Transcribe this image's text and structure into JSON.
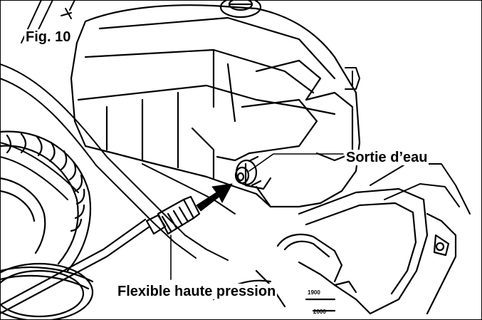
{
  "figure": {
    "label": "Fig. 10",
    "callouts": {
      "water_outlet": "Sortie d’eau",
      "high_pressure_hose": "Flexible haute pression"
    },
    "dial_marks": [
      "1900",
      "2000"
    ]
  },
  "colors": {
    "ink": "#000000",
    "paper": "#ffffff"
  }
}
